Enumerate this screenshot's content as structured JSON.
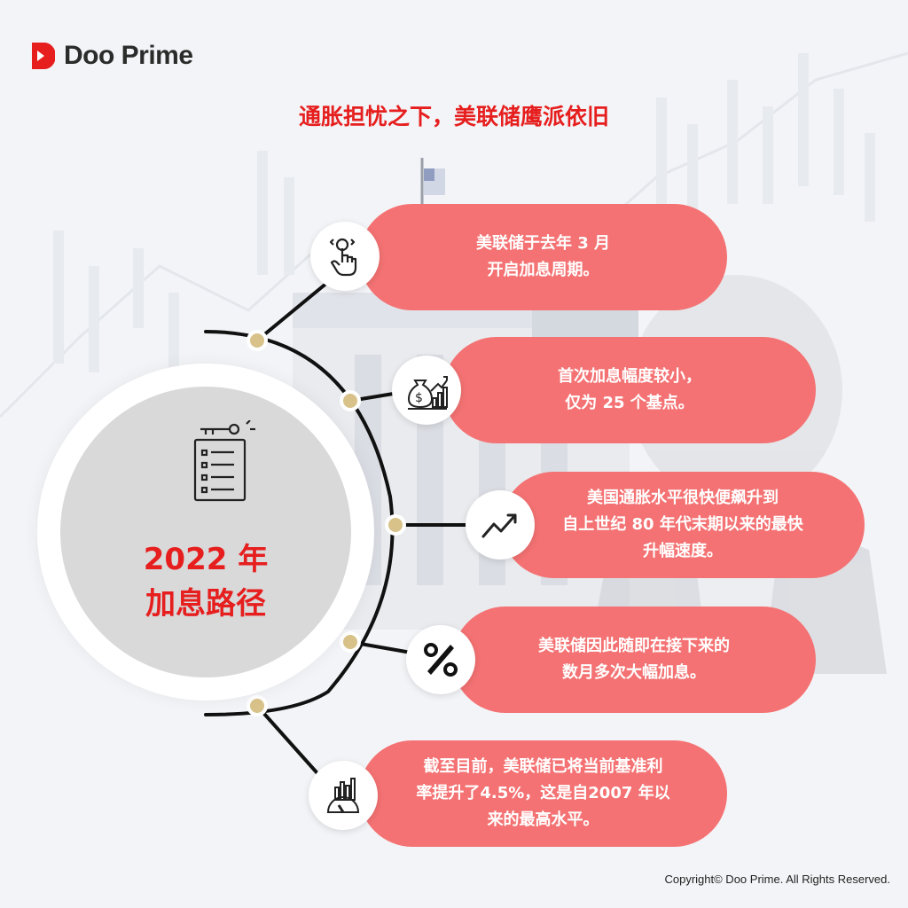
{
  "brand": {
    "name": "Doo Prime",
    "accent": "#e61e1e",
    "pill_color": "#f47273"
  },
  "headline": "通胀担忧之下，美联储鹰派依旧",
  "center": {
    "line1": "2022 年",
    "line2": "加息路径",
    "icon": "checklist-key-icon"
  },
  "timeline": [
    {
      "icon": "hand-tap-icon",
      "lines": [
        "美联储于去年 3 月",
        "开启加息周期。"
      ]
    },
    {
      "icon": "money-bag-growth-icon",
      "lines": [
        "首次加息幅度较小，",
        "仅为 25 个基点。"
      ]
    },
    {
      "icon": "trend-up-icon",
      "lines": [
        "美国通胀水平很快便飙升到",
        "自上世纪 80 年代末期以来的最快",
        "升幅速度。"
      ]
    },
    {
      "icon": "percent-icon",
      "lines": [
        "美联储因此随即在接下来的",
        "数月多次大幅加息。"
      ]
    },
    {
      "icon": "gauge-chart-icon",
      "lines": [
        "截至目前，美联储已将当前基准利",
        "率提升了4.5%，这是自2007 年以",
        "来的最高水平。"
      ]
    }
  ],
  "footer": {
    "copyright": "Copyright© Doo Prime. All Rights Reserved."
  }
}
